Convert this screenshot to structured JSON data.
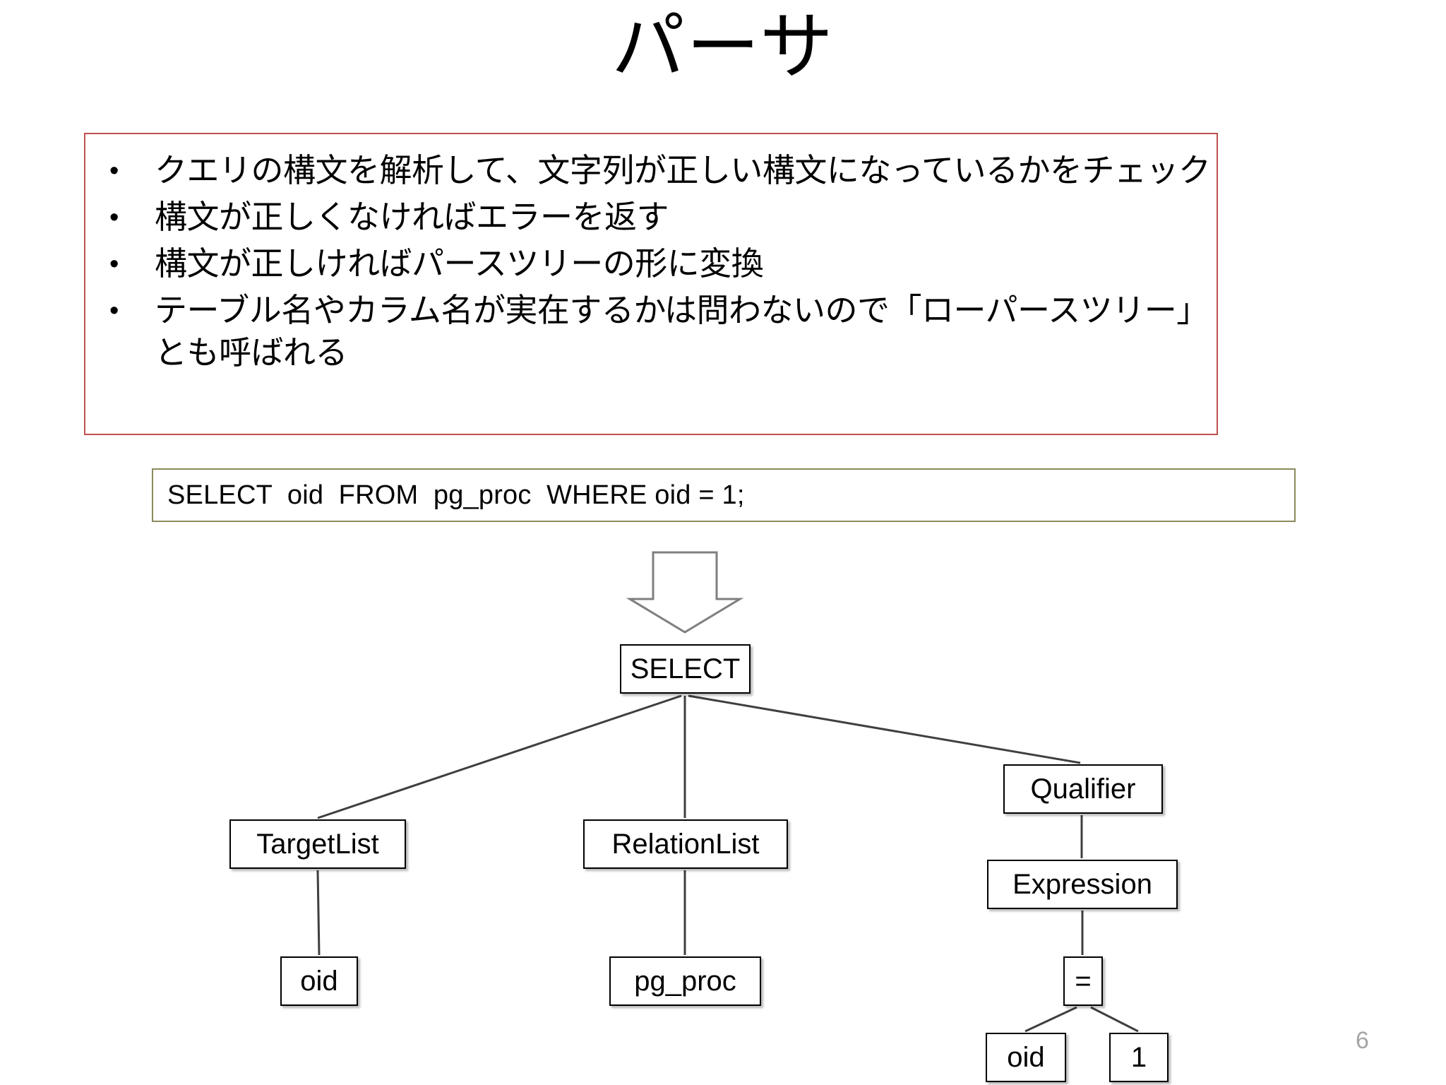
{
  "slide": {
    "title": "パーサ",
    "page_number": "6"
  },
  "bullets": {
    "border_color": "#c0504d",
    "marker": "•",
    "items": [
      "クエリの構文を解析して、文字列が正しい構文になっているかをチェック",
      "構文が正しくなければエラーを返す",
      "構文が正しければパースツリーの形に変換",
      "テーブル名やカラム名が実在するかは問わないので「ローパースツリー」とも呼ばれる"
    ]
  },
  "sql": {
    "border_color": "#8a8a5c",
    "query": "SELECT  oid  FROM  pg_proc  WHERE oid = 1;"
  },
  "arrow": {
    "name": "down-arrow",
    "color": "#ffffff",
    "stroke": "#808080"
  },
  "tree": {
    "type": "parse-tree",
    "nodes": [
      {
        "id": "select",
        "label": "SELECT"
      },
      {
        "id": "targetlist",
        "label": "TargetList"
      },
      {
        "id": "relationlist",
        "label": "RelationList"
      },
      {
        "id": "qualifier",
        "label": "Qualifier"
      },
      {
        "id": "expression",
        "label": "Expression"
      },
      {
        "id": "oid1",
        "label": "oid"
      },
      {
        "id": "pgproc",
        "label": "pg_proc"
      },
      {
        "id": "equals",
        "label": "="
      },
      {
        "id": "oid2",
        "label": "oid"
      },
      {
        "id": "one",
        "label": "1"
      }
    ],
    "edges": [
      [
        "select",
        "targetlist"
      ],
      [
        "select",
        "relationlist"
      ],
      [
        "select",
        "qualifier"
      ],
      [
        "targetlist",
        "oid1"
      ],
      [
        "relationlist",
        "pgproc"
      ],
      [
        "qualifier",
        "expression"
      ],
      [
        "expression",
        "equals"
      ],
      [
        "equals",
        "oid2"
      ],
      [
        "equals",
        "one"
      ]
    ]
  }
}
